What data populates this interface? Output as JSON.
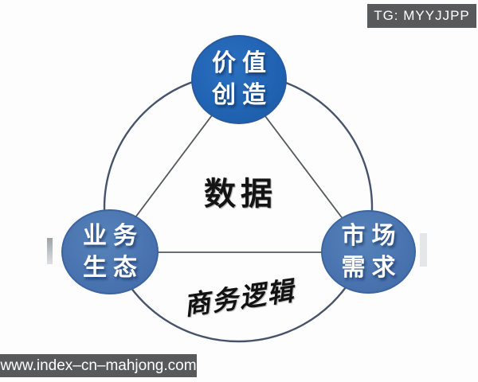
{
  "watermarks": {
    "top_right": "TG: MYYJJPP",
    "bottom_left": "www.index–cn–mahjong.com"
  },
  "diagram": {
    "type": "venn-triad-cycle",
    "center_label": "数据",
    "bottom_arc_label": "商务逻辑",
    "nodes": [
      {
        "id": "value-creation",
        "lines": [
          "价值",
          "创造"
        ]
      },
      {
        "id": "business-ecosystem",
        "lines": [
          "业务",
          "生态"
        ]
      },
      {
        "id": "market-demand",
        "lines": [
          "市场",
          "需求"
        ]
      }
    ],
    "colors": {
      "node_top_fill": "#2166b4",
      "node_bottom_fill": "#4e7bb4",
      "node_text": "#ffffff",
      "outer_ring_stroke": "#46536a",
      "connector_stroke": "#55595e",
      "center_text": "#141414",
      "watermark_bg": "#58595b",
      "watermark_text": "#ffffff",
      "background": "#fdfdfd"
    }
  }
}
